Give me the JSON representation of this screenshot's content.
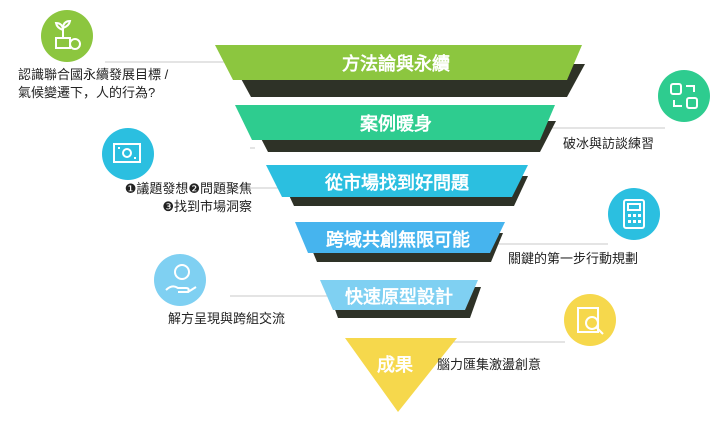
{
  "funnel": {
    "levels": [
      {
        "title": "方法論與永續",
        "color": "#8cc63f"
      },
      {
        "title": "案例暖身",
        "color": "#2ecc8f"
      },
      {
        "title": "從市場找到好問題",
        "color": "#2bbfe0"
      },
      {
        "title": "跨域共創無限可能",
        "color": "#46b4ee"
      },
      {
        "title": "快速原型設計",
        "color": "#7fd0f2"
      },
      {
        "title": "成果",
        "color": "#f6d84c"
      }
    ],
    "shadow_color": "#2e3227"
  },
  "annotations": {
    "left": [
      {
        "lines": [
          "認識聯合國永續發展目標 /",
          "氣候變遷下，人的行為?"
        ]
      },
      {
        "lines": [
          "❶議題發想❷問題聚焦",
          "❸找到市場洞察"
        ]
      },
      {
        "lines": [
          "解方呈現與跨組交流"
        ]
      }
    ],
    "right": [
      {
        "lines": [
          "破冰與訪談練習"
        ]
      },
      {
        "lines": [
          "關鍵的第一步行動規劃"
        ]
      },
      {
        "lines": [
          "腦力匯集激盪創意"
        ]
      }
    ]
  },
  "icons": [
    {
      "name": "sustainability-plant-icon",
      "color": "#8cc63f"
    },
    {
      "name": "chat-swap-icon",
      "color": "#2ecc8f"
    },
    {
      "name": "money-document-icon",
      "color": "#2bbfe0"
    },
    {
      "name": "calculator-icon",
      "color": "#2bbfe0"
    },
    {
      "name": "money-hand-icon",
      "color": "#7fd0f2"
    },
    {
      "name": "search-chart-icon",
      "color": "#f6d84c"
    }
  ]
}
